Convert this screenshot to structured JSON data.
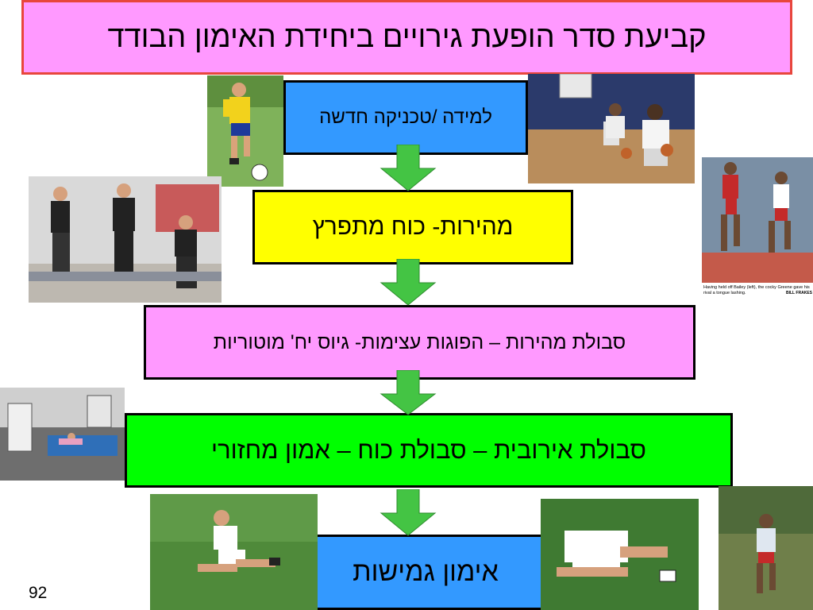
{
  "title": "קביעת סדר הופעת גירויים ביחידת האימון הבודד",
  "steps": [
    {
      "label": "למידה /טכניקה חדשה",
      "color": "#3399ff"
    },
    {
      "label": "מהירות- כוח מתפרץ",
      "color": "#ffff00"
    },
    {
      "label": "סבולת מהירות – הפוגות עצימות- גיוס יח' מוטוריות",
      "color": "#ff99ff"
    },
    {
      "label": "סבולת אירובית – סבולת כוח – אמון מחזורי",
      "color": "#00ff00"
    },
    {
      "label": "אימון גמישות",
      "color": "#3399ff"
    }
  ],
  "arrow_color": "#44c444",
  "photo_caption": {
    "line1": "Having held off Bailey (left), the cocky Greene gave his",
    "line2": "rival a tongue lashing.",
    "credit": "BILL FRAKES"
  },
  "page_number": "92"
}
